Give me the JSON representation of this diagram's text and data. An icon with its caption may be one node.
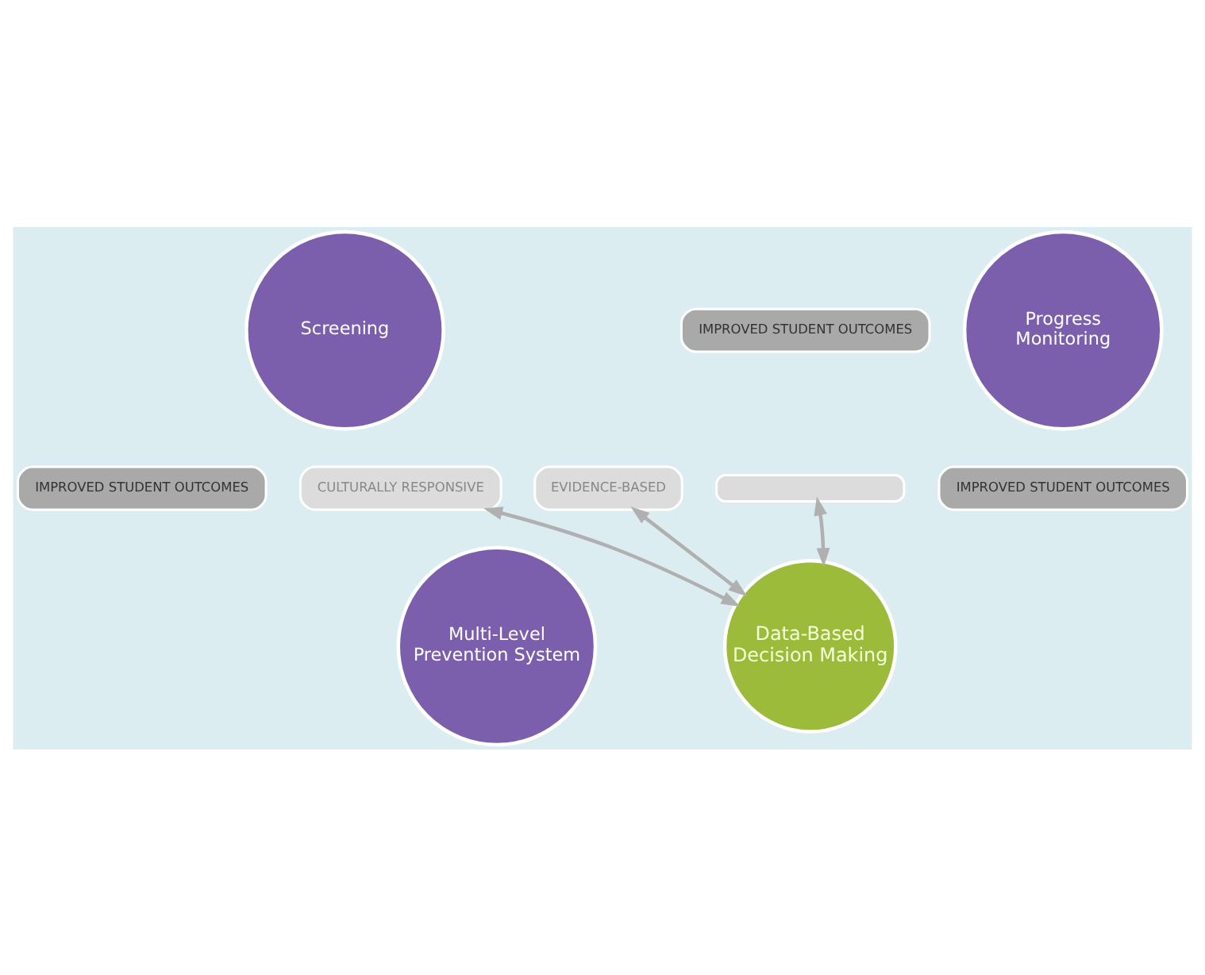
{
  "diagram": {
    "nodes": [
      {
        "text": [
          "Screening"
        ]
      },
      {
        "text": [
          "Progress Monitoring"
        ]
      },
      {
        "text": [
          "Data-Based Decision Making"
        ]
      },
      {
        "text": [
          "Multi-Level Prevention System"
        ]
      },
      {
        "text": [
          "IMPROVED STUDENT OUTCOMES"
        ]
      },
      {
        "text": [
          "IMPROVED STUDENT OUTCOMES"
        ]
      },
      {
        "text": [
          "IMPROVED STUDENT OUTCOMES"
        ]
      },
      {
        "text": [],
        "shape": "band"
      },
      {
        "text": [
          "CULTURALLY RESPONSIVE"
        ]
      },
      {
        "text": [
          "EVIDENCE-BASED"
        ]
      }
    ],
    "edges": [
      {
        "from": 2,
        "to": 7,
        "arrow": "both"
      },
      {
        "from": 2,
        "to": 8,
        "arrow": "both"
      },
      {
        "from": 2,
        "to": 9,
        "arrow": "both"
      }
    ]
  }
}
